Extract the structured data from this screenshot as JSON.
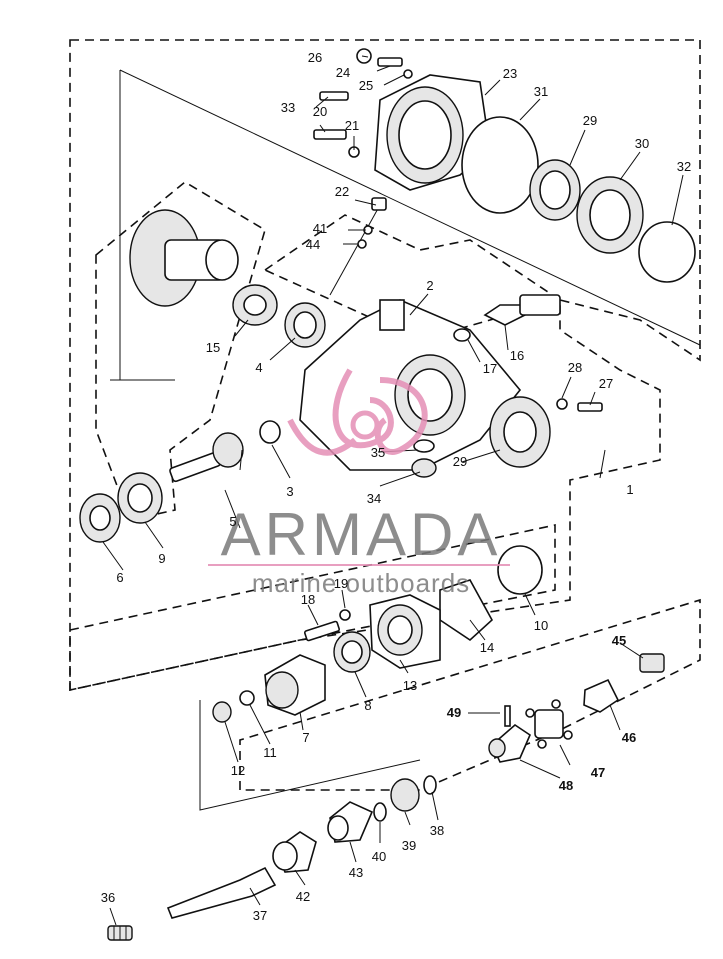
{
  "watermark": {
    "brand": "ARMADA",
    "tagline": "marine outboards",
    "brand_color": "#7a7a7a",
    "accent_color": "#e58fb6"
  },
  "callouts": [
    {
      "id": "c1",
      "text": "1"
    },
    {
      "id": "c2",
      "text": "2"
    },
    {
      "id": "c3",
      "text": "3"
    },
    {
      "id": "c4",
      "text": "4"
    },
    {
      "id": "c5",
      "text": "5"
    },
    {
      "id": "c6",
      "text": "6"
    },
    {
      "id": "c7",
      "text": "7"
    },
    {
      "id": "c8",
      "text": "8"
    },
    {
      "id": "c9",
      "text": "9"
    },
    {
      "id": "c10",
      "text": "10"
    },
    {
      "id": "c11",
      "text": "11"
    },
    {
      "id": "c12",
      "text": "12"
    },
    {
      "id": "c13",
      "text": "13"
    },
    {
      "id": "c14",
      "text": "14"
    },
    {
      "id": "c15",
      "text": "15"
    },
    {
      "id": "c16",
      "text": "16"
    },
    {
      "id": "c17",
      "text": "17"
    },
    {
      "id": "c18",
      "text": "18"
    },
    {
      "id": "c19",
      "text": "19"
    },
    {
      "id": "c20",
      "text": "20"
    },
    {
      "id": "c21",
      "text": "21"
    },
    {
      "id": "c22",
      "text": "22"
    },
    {
      "id": "c23",
      "text": "23"
    },
    {
      "id": "c24",
      "text": "24"
    },
    {
      "id": "c25",
      "text": "25"
    },
    {
      "id": "c26",
      "text": "26"
    },
    {
      "id": "c27",
      "text": "27"
    },
    {
      "id": "c28",
      "text": "28"
    },
    {
      "id": "c29a",
      "text": "29"
    },
    {
      "id": "c29b",
      "text": "29"
    },
    {
      "id": "c30",
      "text": "30"
    },
    {
      "id": "c31",
      "text": "31"
    },
    {
      "id": "c32",
      "text": "32"
    },
    {
      "id": "c33",
      "text": "33"
    },
    {
      "id": "c34",
      "text": "34"
    },
    {
      "id": "c35",
      "text": "35"
    },
    {
      "id": "c36",
      "text": "36"
    },
    {
      "id": "c37",
      "text": "37"
    },
    {
      "id": "c38",
      "text": "38"
    },
    {
      "id": "c39",
      "text": "39"
    },
    {
      "id": "c40",
      "text": "40"
    },
    {
      "id": "c41",
      "text": "41"
    },
    {
      "id": "c42",
      "text": "42"
    },
    {
      "id": "c43",
      "text": "43"
    },
    {
      "id": "c44",
      "text": "44"
    },
    {
      "id": "c45",
      "text": "45",
      "bold": true
    },
    {
      "id": "c46",
      "text": "46",
      "bold": true
    },
    {
      "id": "c47",
      "text": "47",
      "bold": true
    },
    {
      "id": "c48",
      "text": "48",
      "bold": true
    },
    {
      "id": "c49",
      "text": "49",
      "bold": true
    }
  ]
}
